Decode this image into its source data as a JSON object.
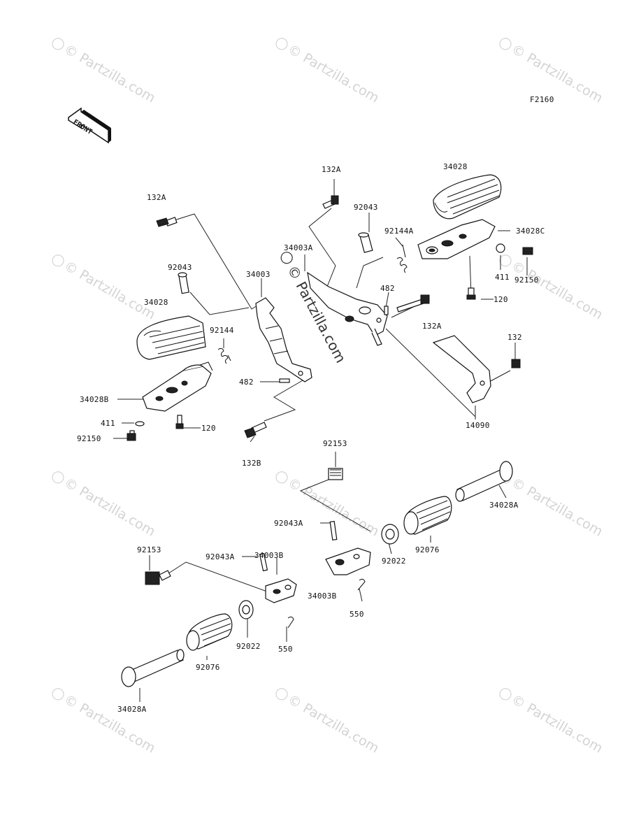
{
  "figure_code": "F2160",
  "front_label": "FRONT",
  "watermark": "© Partzilla.com",
  "labels": {
    "l_132A_left": "132A",
    "l_92043_left": "92043",
    "l_34003": "34003",
    "l_34028_left": "34028",
    "l_92144": "92144",
    "l_482_left": "482",
    "l_34028B": "34028B",
    "l_411_left": "411",
    "l_120_left": "120",
    "l_92150_left": "92150",
    "l_132B": "132B",
    "l_132A_top": "132A",
    "l_92043_top": "92043",
    "l_34003A": "34003A",
    "l_92144A": "92144A",
    "l_34028_right": "34028",
    "l_34028C": "34028C",
    "l_411_right": "411",
    "l_92150_right": "92150",
    "l_482_right": "482",
    "l_132A_right": "132A",
    "l_120_right": "120",
    "l_132": "132",
    "l_14090": "14090",
    "l_92153_top": "92153",
    "l_92043A_right": "92043A",
    "l_34028A_right": "34028A",
    "l_92022_right": "92022",
    "l_92076_right": "92076",
    "l_34003B_right": "34003B",
    "l_550_right": "550",
    "l_92153_left": "92153",
    "l_92043A_left": "92043A",
    "l_34003B_left": "34003B",
    "l_92022_left": "92022",
    "l_550_left": "550",
    "l_92076_left": "92076",
    "l_34028A_left": "34028A"
  }
}
